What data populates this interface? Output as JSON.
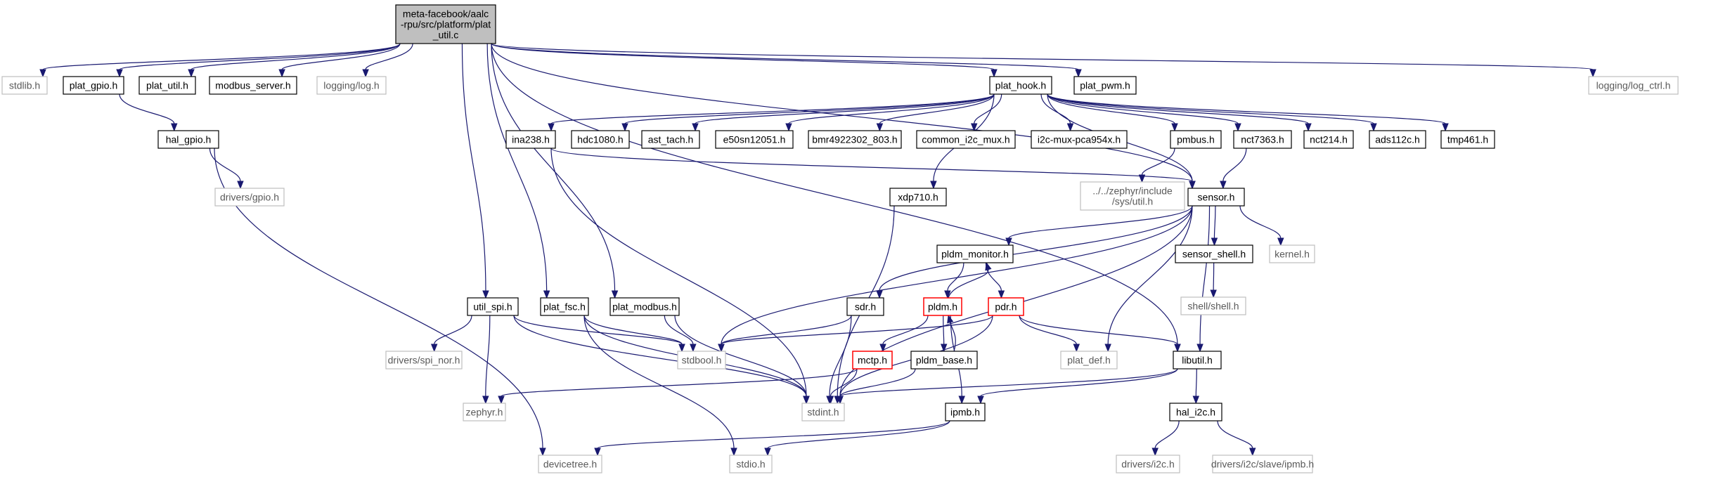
{
  "nodes": [
    {
      "id": "root",
      "label": "meta-facebook/aalc\n-rpu/src/platform/plat\n_util.c",
      "style": "root"
    },
    {
      "id": "stdlib",
      "label": "stdlib.h",
      "style": "gray"
    },
    {
      "id": "plat_gpio",
      "label": "plat_gpio.h",
      "style": "black"
    },
    {
      "id": "plat_util",
      "label": "plat_util.h",
      "style": "black"
    },
    {
      "id": "modbus_server",
      "label": "modbus_server.h",
      "style": "black"
    },
    {
      "id": "logging_log",
      "label": "logging/log.h",
      "style": "gray"
    },
    {
      "id": "plat_hook",
      "label": "plat_hook.h",
      "style": "black"
    },
    {
      "id": "plat_pwm",
      "label": "plat_pwm.h",
      "style": "black"
    },
    {
      "id": "log_ctrl",
      "label": "logging/log_ctrl.h",
      "style": "gray"
    },
    {
      "id": "hal_gpio",
      "label": "hal_gpio.h",
      "style": "black"
    },
    {
      "id": "drivers_gpio",
      "label": "drivers/gpio.h",
      "style": "gray"
    },
    {
      "id": "ina238",
      "label": "ina238.h",
      "style": "black"
    },
    {
      "id": "hdc1080",
      "label": "hdc1080.h",
      "style": "black"
    },
    {
      "id": "ast_tach",
      "label": "ast_tach.h",
      "style": "black"
    },
    {
      "id": "e50sn",
      "label": "e50sn12051.h",
      "style": "black"
    },
    {
      "id": "bmr",
      "label": "bmr4922302_803.h",
      "style": "black"
    },
    {
      "id": "common_i2c_mux",
      "label": "common_i2c_mux.h",
      "style": "black"
    },
    {
      "id": "i2c_mux_pca",
      "label": "i2c-mux-pca954x.h",
      "style": "black"
    },
    {
      "id": "pmbus",
      "label": "pmbus.h",
      "style": "black"
    },
    {
      "id": "nct7363",
      "label": "nct7363.h",
      "style": "black"
    },
    {
      "id": "nct214",
      "label": "nct214.h",
      "style": "black"
    },
    {
      "id": "ads112c",
      "label": "ads112c.h",
      "style": "black"
    },
    {
      "id": "tmp461",
      "label": "tmp461.h",
      "style": "black"
    },
    {
      "id": "zephyr_util",
      "label": "../../zephyr/include\n/sys/util.h",
      "style": "gray"
    },
    {
      "id": "sensor",
      "label": "sensor.h",
      "style": "black"
    },
    {
      "id": "xdp710",
      "label": "xdp710.h",
      "style": "black"
    },
    {
      "id": "pldm_monitor",
      "label": "pldm_monitor.h",
      "style": "black"
    },
    {
      "id": "sensor_shell",
      "label": "sensor_shell.h",
      "style": "black"
    },
    {
      "id": "kernel",
      "label": "kernel.h",
      "style": "gray"
    },
    {
      "id": "shell_shell",
      "label": "shell/shell.h",
      "style": "gray"
    },
    {
      "id": "util_spi",
      "label": "util_spi.h",
      "style": "black"
    },
    {
      "id": "plat_fsc",
      "label": "plat_fsc.h",
      "style": "black"
    },
    {
      "id": "plat_modbus",
      "label": "plat_modbus.h",
      "style": "black"
    },
    {
      "id": "sdr",
      "label": "sdr.h",
      "style": "black"
    },
    {
      "id": "pldm",
      "label": "pldm.h",
      "style": "red"
    },
    {
      "id": "pdr",
      "label": "pdr.h",
      "style": "red"
    },
    {
      "id": "drivers_spi_nor",
      "label": "drivers/spi_nor.h",
      "style": "gray"
    },
    {
      "id": "stdbool",
      "label": "stdbool.h",
      "style": "gray"
    },
    {
      "id": "mctp",
      "label": "mctp.h",
      "style": "red"
    },
    {
      "id": "pldm_base",
      "label": "pldm_base.h",
      "style": "black"
    },
    {
      "id": "plat_def",
      "label": "plat_def.h",
      "style": "gray"
    },
    {
      "id": "libutil",
      "label": "libutil.h",
      "style": "black"
    },
    {
      "id": "zephyr",
      "label": "zephyr.h",
      "style": "gray"
    },
    {
      "id": "stdint",
      "label": "stdint.h",
      "style": "gray"
    },
    {
      "id": "ipmb",
      "label": "ipmb.h",
      "style": "black"
    },
    {
      "id": "hal_i2c",
      "label": "hal_i2c.h",
      "style": "black"
    },
    {
      "id": "devicetree",
      "label": "devicetree.h",
      "style": "gray"
    },
    {
      "id": "stdio",
      "label": "stdio.h",
      "style": "gray"
    },
    {
      "id": "drivers_i2c",
      "label": "drivers/i2c.h",
      "style": "gray"
    },
    {
      "id": "drivers_i2c_slave_ipmb",
      "label": "drivers/i2c/slave/ipmb.h",
      "style": "gray"
    }
  ],
  "edges": [
    [
      "root",
      "stdlib"
    ],
    [
      "root",
      "plat_gpio"
    ],
    [
      "root",
      "plat_util"
    ],
    [
      "root",
      "modbus_server"
    ],
    [
      "root",
      "logging_log"
    ],
    [
      "root",
      "plat_hook"
    ],
    [
      "root",
      "plat_pwm"
    ],
    [
      "root",
      "log_ctrl"
    ],
    [
      "root",
      "sensor"
    ],
    [
      "root",
      "libutil"
    ],
    [
      "root",
      "util_spi"
    ],
    [
      "root",
      "plat_fsc"
    ],
    [
      "root",
      "plat_modbus"
    ],
    [
      "plat_gpio",
      "hal_gpio"
    ],
    [
      "hal_gpio",
      "drivers_gpio"
    ],
    [
      "hal_gpio",
      "devicetree"
    ],
    [
      "plat_hook",
      "ina238"
    ],
    [
      "plat_hook",
      "hdc1080"
    ],
    [
      "plat_hook",
      "ast_tach"
    ],
    [
      "plat_hook",
      "e50sn"
    ],
    [
      "plat_hook",
      "bmr"
    ],
    [
      "plat_hook",
      "common_i2c_mux"
    ],
    [
      "plat_hook",
      "i2c_mux_pca"
    ],
    [
      "plat_hook",
      "pmbus"
    ],
    [
      "plat_hook",
      "nct7363"
    ],
    [
      "plat_hook",
      "nct214"
    ],
    [
      "plat_hook",
      "ads112c"
    ],
    [
      "plat_hook",
      "tmp461"
    ],
    [
      "plat_hook",
      "xdp710"
    ],
    [
      "plat_hook",
      "sensor"
    ],
    [
      "ina238",
      "sensor"
    ],
    [
      "ina238",
      "stdint"
    ],
    [
      "pmbus",
      "zephyr_util"
    ],
    [
      "nct7363",
      "sensor"
    ],
    [
      "xdp710",
      "stdint"
    ],
    [
      "sensor",
      "pldm_monitor"
    ],
    [
      "sensor",
      "sensor_shell"
    ],
    [
      "sensor",
      "kernel"
    ],
    [
      "sensor",
      "sdr"
    ],
    [
      "sensor",
      "stdbool"
    ],
    [
      "sensor",
      "plat_def"
    ],
    [
      "sensor",
      "libutil"
    ],
    [
      "sensor",
      "stdint"
    ],
    [
      "pldm_monitor",
      "pldm"
    ],
    [
      "pldm_monitor",
      "pdr"
    ],
    [
      "pldm",
      "pldm_monitor"
    ],
    [
      "pldm",
      "mctp"
    ],
    [
      "pldm",
      "pldm_base"
    ],
    [
      "pldm",
      "ipmb"
    ],
    [
      "pldm_base",
      "pldm"
    ],
    [
      "pldm_base",
      "stdint"
    ],
    [
      "pdr",
      "stdbool"
    ],
    [
      "pdr",
      "plat_def"
    ],
    [
      "pdr",
      "libutil"
    ],
    [
      "pdr",
      "stdint"
    ],
    [
      "sensor_shell",
      "shell_shell"
    ],
    [
      "sdr",
      "stdbool"
    ],
    [
      "sdr",
      "stdint"
    ],
    [
      "util_spi",
      "drivers_spi_nor"
    ],
    [
      "util_spi",
      "zephyr"
    ],
    [
      "util_spi",
      "stdbool"
    ],
    [
      "util_spi",
      "stdint"
    ],
    [
      "plat_fsc",
      "stdbool"
    ],
    [
      "plat_fsc",
      "stdint"
    ],
    [
      "plat_fsc",
      "stdio"
    ],
    [
      "plat_modbus",
      "stdbool"
    ],
    [
      "plat_modbus",
      "stdint"
    ],
    [
      "mctp",
      "zephyr"
    ],
    [
      "mctp",
      "stdint"
    ],
    [
      "libutil",
      "stdint"
    ],
    [
      "libutil",
      "ipmb"
    ],
    [
      "libutil",
      "hal_i2c"
    ],
    [
      "ipmb",
      "devicetree"
    ],
    [
      "ipmb",
      "stdio"
    ],
    [
      "hal_i2c",
      "drivers_i2c"
    ],
    [
      "hal_i2c",
      "drivers_i2c_slave_ipmb"
    ]
  ]
}
